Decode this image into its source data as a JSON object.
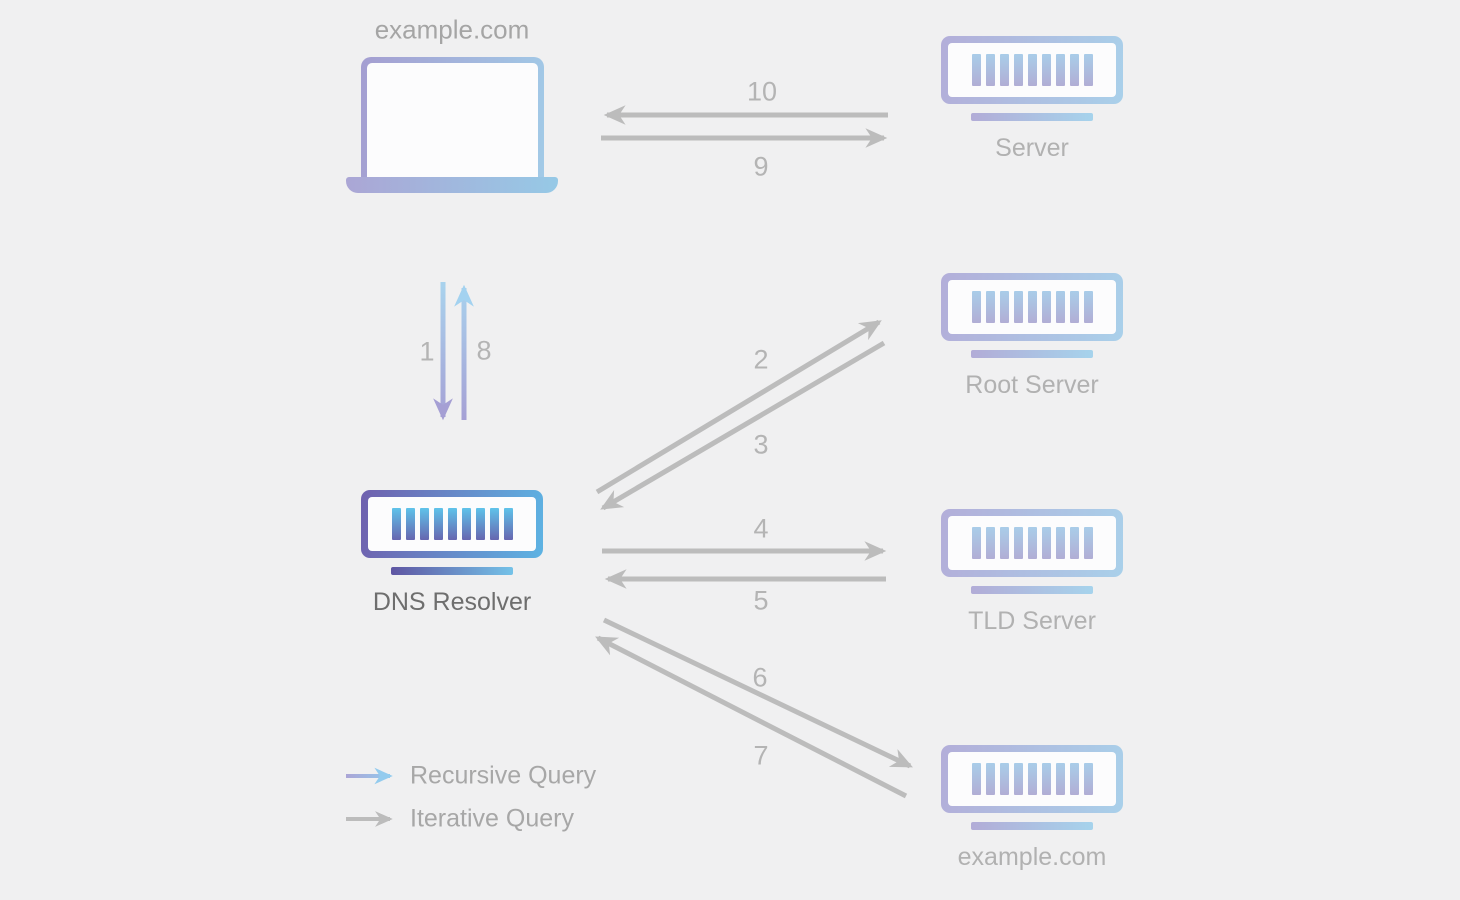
{
  "client": {
    "label": "example.com"
  },
  "resolver": {
    "label": "DNS Resolver"
  },
  "servers": [
    {
      "label": "Server"
    },
    {
      "label": "Root Server"
    },
    {
      "label": "TLD Server"
    },
    {
      "label": "example.com"
    }
  ],
  "step_labels": {
    "1": "1",
    "2": "2",
    "3": "3",
    "4": "4",
    "5": "5",
    "6": "6",
    "7": "7",
    "8": "8",
    "9": "9",
    "10": "10"
  },
  "legend": [
    {
      "label": "Recursive Query",
      "style": "recursive"
    },
    {
      "label": "Iterative Query",
      "style": "iterative"
    }
  ],
  "colors": {
    "background": "#f0f0f1",
    "iterative_arrow_gray": "#bcbcbc",
    "recursive_gradient_start": "#a9a3d5",
    "recursive_gradient_end": "#97cdef",
    "vivid_icon_purple": "#6f60ae",
    "vivid_icon_blue": "#5db3e3",
    "pale_icon_purple": "#b3aed9",
    "pale_icon_blue": "#a9d0ea",
    "node_label_gray": "#b1b1b1",
    "resolver_label_gray": "#6e6e6e"
  }
}
